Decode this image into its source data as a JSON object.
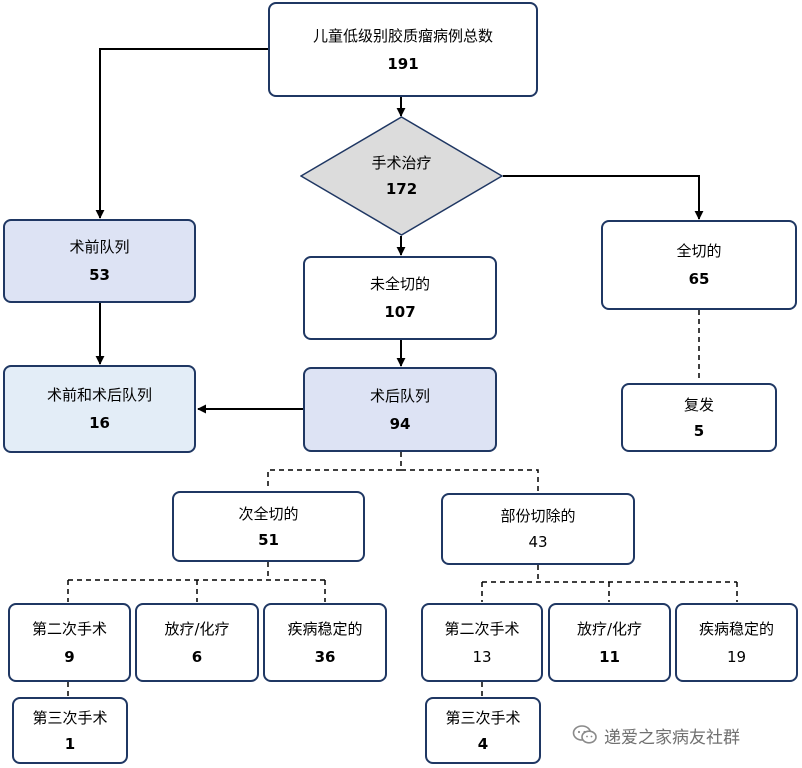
{
  "total": {
    "label": "儿童低级别胶质瘤病例总数",
    "value": "191"
  },
  "surgery": {
    "label": "手术治疗",
    "value": "172"
  },
  "preop": {
    "label": "术前队列",
    "value": "53"
  },
  "pre_post": {
    "label": "术前和术后队列",
    "value": "16"
  },
  "incomplete": {
    "label": "未全切的",
    "value": "107"
  },
  "postop": {
    "label": "术后队列",
    "value": "94"
  },
  "complete": {
    "label": "全切的",
    "value": "65"
  },
  "relapse": {
    "label": "复发",
    "value": "5"
  },
  "subtotal": {
    "label": "次全切的",
    "value": "51"
  },
  "partial": {
    "label": "部份切除的",
    "value": "43"
  },
  "sub_second": {
    "label": "第二次手术",
    "value": "9"
  },
  "sub_radio": {
    "label": "放疗/化疗",
    "value": "6"
  },
  "sub_stable": {
    "label": "疾病稳定的",
    "value": "36"
  },
  "sub_third": {
    "label": "第三次手术",
    "value": "1"
  },
  "par_second": {
    "label": "第二次手术",
    "value": "13"
  },
  "par_radio": {
    "label": "放疗/化疗",
    "value": "11"
  },
  "par_stable": {
    "label": "疾病稳定的",
    "value": "19"
  },
  "par_third": {
    "label": "第三次手术",
    "value": "4"
  },
  "watermark": {
    "text": "递爱之家病友社群",
    "icon": "wechat-icon"
  }
}
